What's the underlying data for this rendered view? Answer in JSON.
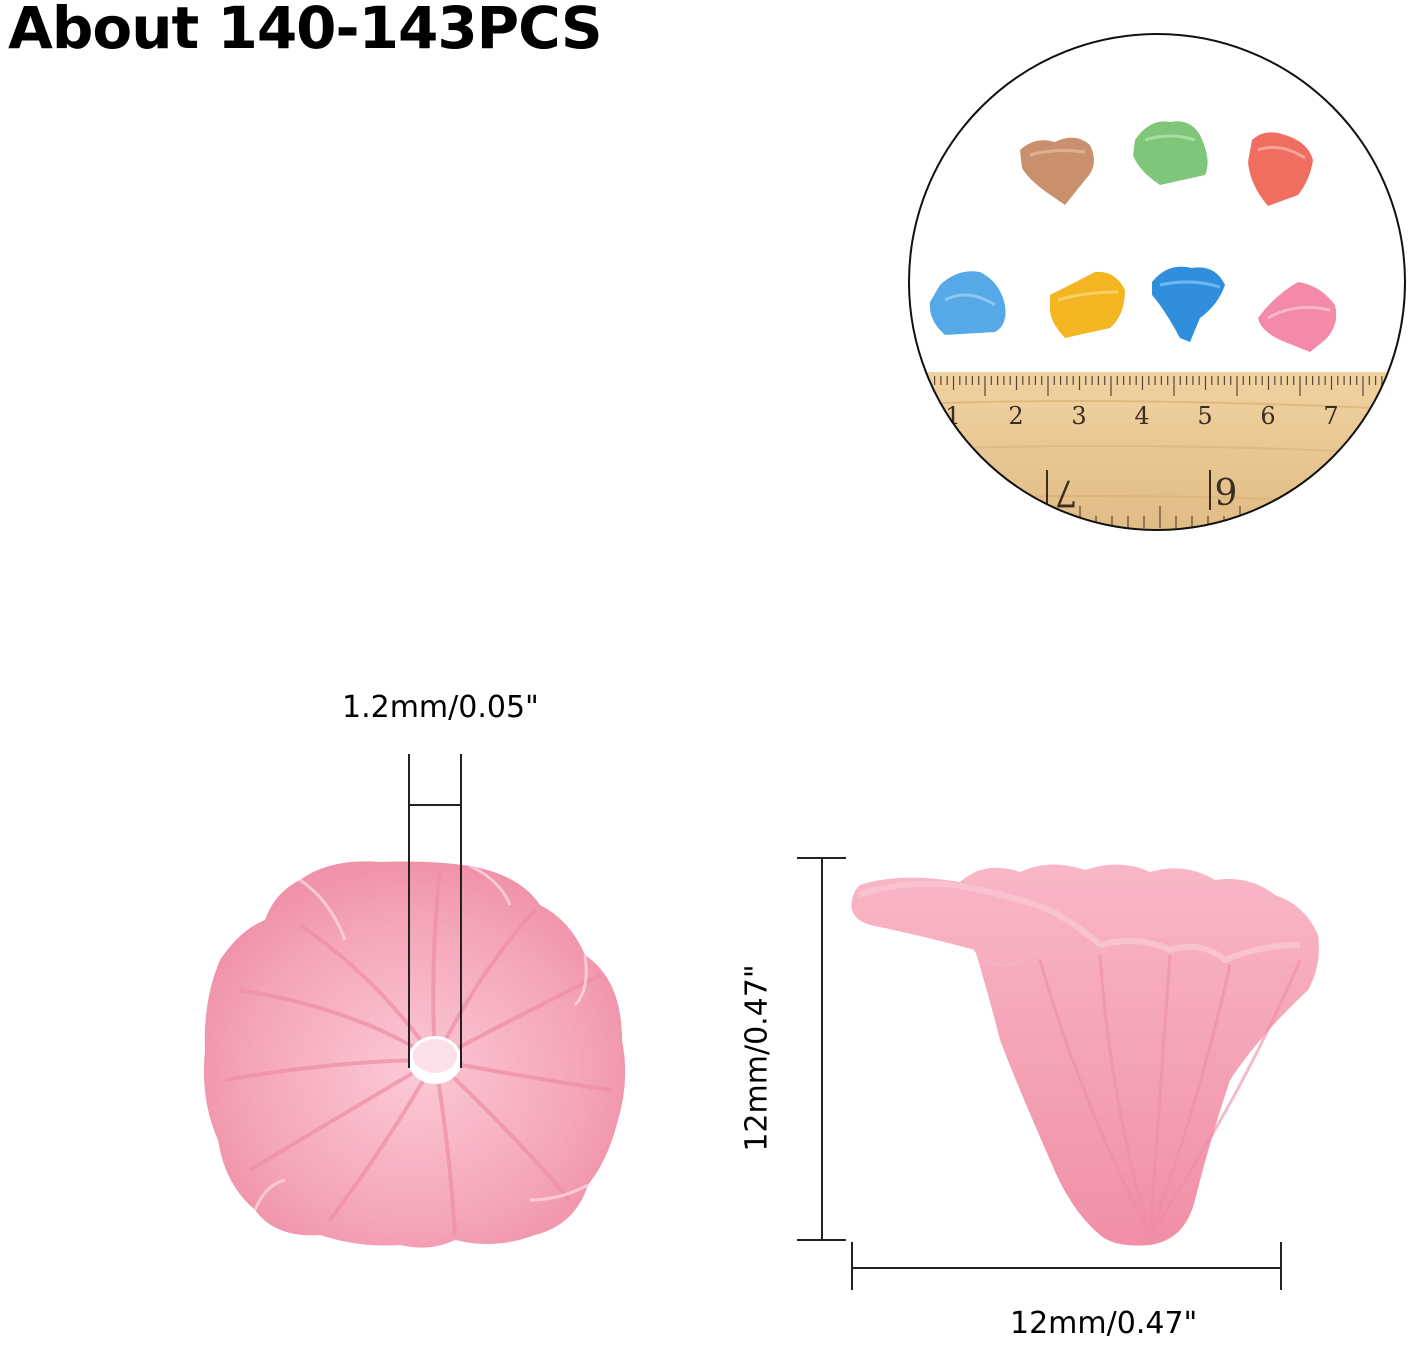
{
  "title": "About 140-143PCS",
  "dimensions": {
    "hole": "1.2mm/0.05\"",
    "height": "12mm/0.47\"",
    "width": "12mm/0.47\""
  },
  "ruler": {
    "numbers": [
      "1",
      "2",
      "3",
      "4",
      "5",
      "6",
      "7"
    ],
    "lower_numbers": [
      "7",
      "9"
    ]
  },
  "colors": {
    "bead_pink": "#f5a3b7",
    "bead_colors": [
      "#c9906e",
      "#7fc57a",
      "#f06e60",
      "#57a8e6",
      "#f3b522",
      "#2f8fdc",
      "#f38aa8"
    ],
    "ruler_wood": "#e7c796"
  }
}
